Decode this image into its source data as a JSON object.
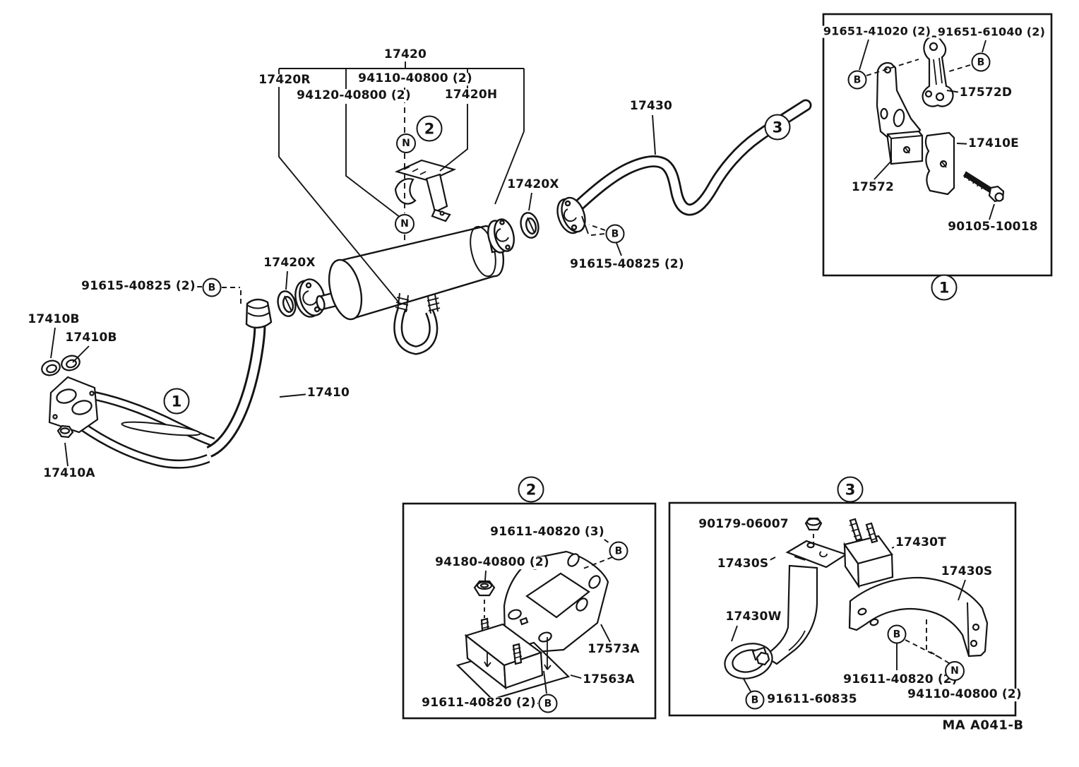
{
  "footer": {
    "doc_code": "MA A041-B"
  },
  "callouts": {
    "b": "B",
    "n": "N",
    "one": "1",
    "two": "2",
    "three": "3"
  },
  "parts": {
    "assembly_17420": "17420",
    "muffler_17420R": "17420R",
    "nut_94110": "94110-40800 (2)",
    "nut_94120": "94120-40800 (2)",
    "hanger_17420H": "17420H",
    "tailpipe_17430": "17430",
    "gasket_17420X": "17420X",
    "bolt_91615": "91615-40825 (2)",
    "gasket_17410B": "17410B",
    "frontpipe_17410": "17410",
    "nut_17410A": "17410A",
    "bolt_91651_41020": "91651-41020 (2)",
    "bolt_91651_61040": "91651-61040 (2)",
    "link_17572D": "17572D",
    "bracket_17410E": "17410E",
    "bracket_17572": "17572",
    "bolt_90105": "90105-10018",
    "bolt_91611_40820_3": "91611-40820 (3)",
    "nut_94180": "94180-40800 (2)",
    "bracket_17573A": "17573A",
    "insulator_17563A": "17563A",
    "bolt_91611_40820_2": "91611-40820 (2)",
    "nut_90179": "90179-06007",
    "bracket_17430S": "17430S",
    "insulator_17430T": "17430T",
    "clamp_17430W": "17430W",
    "bolt_91611_60835": "91611-60835"
  }
}
